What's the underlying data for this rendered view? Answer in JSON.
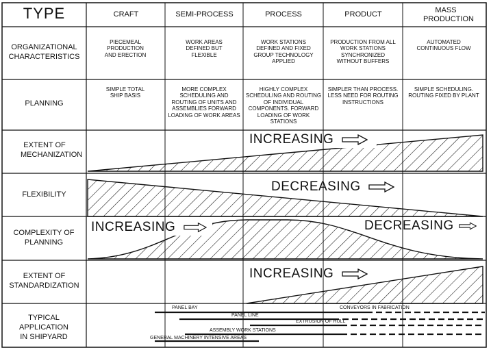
{
  "header": {
    "type_label": "TYPE",
    "columns": [
      "CRAFT",
      "SEMI-PROCESS",
      "PROCESS",
      "PRODUCT",
      "MASS PRODUCTION"
    ]
  },
  "rows": {
    "organizational": {
      "label": "ORGANIZATIONAL CHARACTERISTICS",
      "cells": [
        "PIECEMEAL PRODUCTION AND ERECTION",
        "WORK AREAS DEFINED BUT FLEXIBLE",
        "WORK STATIONS DEFINED AND FIXED GROUP TECHNOLOGY APPLIED",
        "PRODUCTION FROM ALL WORK STATIONS SYNCHRONIZED WITHOUT BUFFERS",
        "AUTOMATED CONTINUOUS FLOW"
      ]
    },
    "planning": {
      "label": "PLANNING",
      "cells": [
        "SIMPLE TOTAL SHIP BASIS",
        "MORE COMPLEX SCHEDULING AND ROUTING OF UNITS AND ASSEMBLIES FORWARD LOADING OF WORK AREAS",
        "HIGHLY COMPLEX SCHEDULING AND ROUTING OF INDIVIDUAL COMPONENTS. FORWARD LOADING OF WORK STATIONS",
        "SIMPLER THAN PROCESS. LESS NEED FOR ROUTING INSTRUCTIONS",
        "SIMPLE SCHEDULING. ROUTING FIXED BY PLANT"
      ]
    },
    "mechanization": {
      "label": "EXTENT OF MECHANIZATION",
      "trend": "INCREASING"
    },
    "flexibility": {
      "label": "FLEXIBILITY",
      "trend": "DECREASING"
    },
    "complexity": {
      "label": "COMPLEXITY OF PLANNING",
      "trend_left": "INCREASING",
      "trend_right": "DECREASING"
    },
    "standardization": {
      "label": "EXTENT OF STANDARDIZATION",
      "trend": "INCREASING"
    },
    "application": {
      "label": "TYPICAL APPLICATION IN SHIPYARD",
      "items": [
        "PANEL BAY",
        "CONVEYORS IN FABRICATION",
        "PANEL LINE",
        "EXTRUSION OF HULL",
        "ASSEMBLY WORK STATIONS",
        "GENERAL MACHINERY INTENSIVE AREAS"
      ]
    }
  }
}
